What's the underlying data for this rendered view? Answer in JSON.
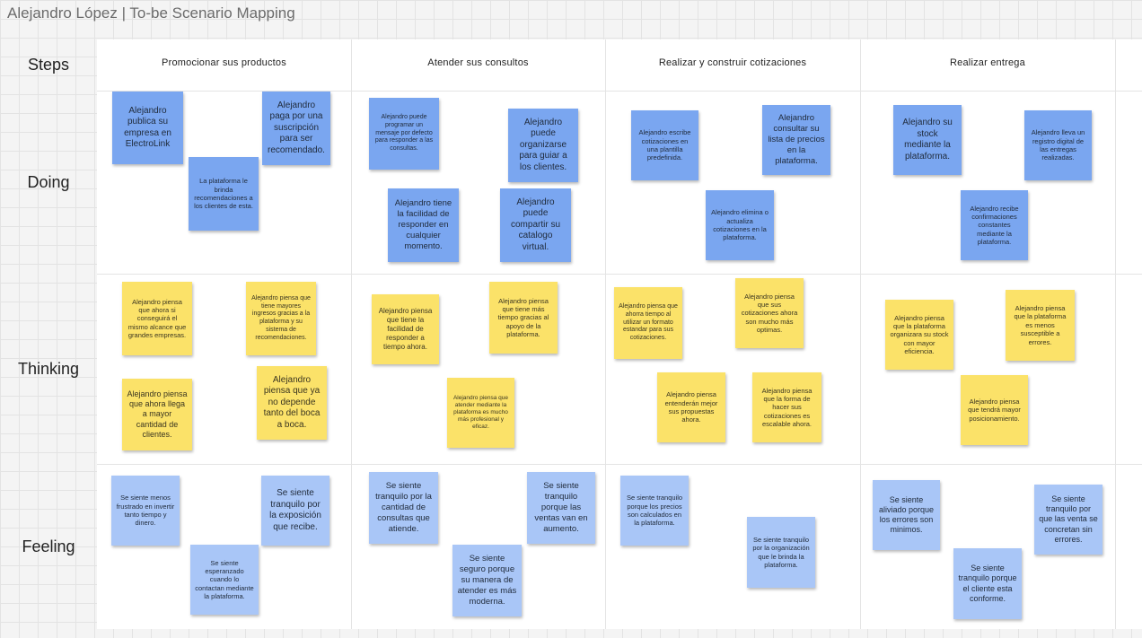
{
  "board": {
    "title": "Alejandro López | To-be Scenario Mapping"
  },
  "rows": [
    {
      "label": "Steps"
    },
    {
      "label": "Doing"
    },
    {
      "label": "Thinking"
    },
    {
      "label": "Feeling"
    }
  ],
  "columns": [
    {
      "label": "Promocionar sus productos"
    },
    {
      "label": "Atender sus consultos"
    },
    {
      "label": "Realizar y construir cotizaciones"
    },
    {
      "label": "Realizar entrega"
    }
  ],
  "colors": {
    "doing": "#7aa6f0",
    "feeling": "#a9c6f7",
    "thinking": "#fbe269"
  },
  "notes": [
    {
      "row": "doing",
      "col": 0,
      "text": "Alejandro publica su empresa en ElectroLink"
    },
    {
      "row": "doing",
      "col": 0,
      "text": "Alejandro paga por una suscripción para ser recomendado."
    },
    {
      "row": "doing",
      "col": 0,
      "text": "La plataforma le brinda recomendaciones a los clientes de esta."
    },
    {
      "row": "doing",
      "col": 1,
      "text": "Alejandro puede programar un mensaje por defecto para responder a las consultas."
    },
    {
      "row": "doing",
      "col": 1,
      "text": "Alejandro puede organizarse para guiar a los clientes."
    },
    {
      "row": "doing",
      "col": 1,
      "text": "Alejandro tiene la facilidad de responder en cualquier momento."
    },
    {
      "row": "doing",
      "col": 1,
      "text": "Alejandro puede compartir su catalogo virtual."
    },
    {
      "row": "doing",
      "col": 2,
      "text": "Alejandro escribe cotizaciones en una plantilla predefinida."
    },
    {
      "row": "doing",
      "col": 2,
      "text": "Alejandro consultar su lista de precios en la plataforma."
    },
    {
      "row": "doing",
      "col": 2,
      "text": "Alejandro elimina o actualiza cotizaciones en la plataforma."
    },
    {
      "row": "doing",
      "col": 3,
      "text": "Alejandro su stock mediante la plataforma."
    },
    {
      "row": "doing",
      "col": 3,
      "text": "Alejandro lleva un registro digital de las entregas realizadas."
    },
    {
      "row": "doing",
      "col": 3,
      "text": "Alejandro recibe confirmaciones constantes mediante la plataforma."
    },
    {
      "row": "thinking",
      "col": 0,
      "text": "Alejandro piensa que ahora si conseguirá el mismo alcance que grandes empresas."
    },
    {
      "row": "thinking",
      "col": 0,
      "text": "Alejandro piensa que tiene mayores ingresos gracias a la plataforma y su sistema de recomendaciones."
    },
    {
      "row": "thinking",
      "col": 0,
      "text": "Alejandro piensa que ahora llega a mayor cantidad de clientes."
    },
    {
      "row": "thinking",
      "col": 0,
      "text": "Alejandro piensa que ya no depende tanto del boca a boca."
    },
    {
      "row": "thinking",
      "col": 1,
      "text": "Alejandro piensa que tiene la facilidad de responder a tiempo ahora."
    },
    {
      "row": "thinking",
      "col": 1,
      "text": "Alejandro piensa que tiene más tiempo gracias al apoyo de la plataforma."
    },
    {
      "row": "thinking",
      "col": 1,
      "text": "Alejandro piensa que atender mediante la plataforma es mucho más profesional y eficaz."
    },
    {
      "row": "thinking",
      "col": 2,
      "text": "Alejandro piensa que ahorra tiempo al utilizar un formato estandar para sus cotizaciones."
    },
    {
      "row": "thinking",
      "col": 2,
      "text": "Alejandro piensa que sus cotizaciones ahora son mucho más optimas."
    },
    {
      "row": "thinking",
      "col": 2,
      "text": "Alejandro piensa entenderán mejor sus propuestas ahora."
    },
    {
      "row": "thinking",
      "col": 2,
      "text": "Alejandro piensa que la forma de hacer sus cotizaciones es escalable ahora."
    },
    {
      "row": "thinking",
      "col": 3,
      "text": "Alejandro piensa que la plataforma organizara su stock con mayor eficiencia."
    },
    {
      "row": "thinking",
      "col": 3,
      "text": "Alejandro piensa que la plataforma es menos susceptible a errores."
    },
    {
      "row": "thinking",
      "col": 3,
      "text": "Alejandro piensa que tendrá mayor posicionamiento."
    },
    {
      "row": "feeling",
      "col": 0,
      "text": "Se siente menos frustrado en invertir tanto tiempo y dinero."
    },
    {
      "row": "feeling",
      "col": 0,
      "text": "Se siente tranquilo por la exposición que recibe."
    },
    {
      "row": "feeling",
      "col": 0,
      "text": "Se siente esperanzado cuando lo contactan mediante la plataforma."
    },
    {
      "row": "feeling",
      "col": 1,
      "text": "Se siente tranquilo por la cantidad de consultas que atiende."
    },
    {
      "row": "feeling",
      "col": 1,
      "text": "Se siente tranquilo porque las ventas van en aumento."
    },
    {
      "row": "feeling",
      "col": 1,
      "text": "Se siente seguro porque su manera de atender es más moderna."
    },
    {
      "row": "feeling",
      "col": 2,
      "text": "Se siente tranquilo porque los precios son calculados en la plataforma."
    },
    {
      "row": "feeling",
      "col": 2,
      "text": "Se siente tranquilo por la organización que le brinda la plataforma."
    },
    {
      "row": "feeling",
      "col": 3,
      "text": "Se siente aliviado porque los errores son minimos."
    },
    {
      "row": "feeling",
      "col": 3,
      "text": "Se siente tranquilo por que las venta se concretan sin errores."
    },
    {
      "row": "feeling",
      "col": 3,
      "text": "Se siente tranquilo porque el cliente esta conforme."
    }
  ]
}
